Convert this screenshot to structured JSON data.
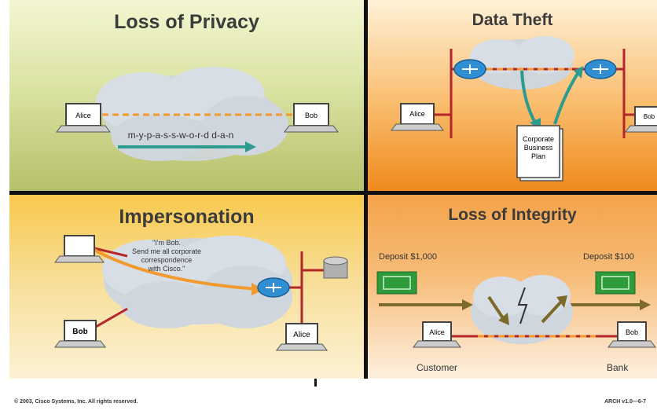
{
  "panels": {
    "privacy": {
      "title": "Loss of Privacy",
      "alice": "Alice",
      "bob": "Bob",
      "password": "m-y-p-a-s-s-w-o-r-d  d-a-n"
    },
    "theft": {
      "title": "Data Theft",
      "alice": "Alice",
      "bob": "Bob",
      "document": [
        "Corporate",
        "Business",
        "Plan"
      ]
    },
    "impersonation": {
      "title": "Impersonation",
      "quote": [
        "\"I'm Bob.",
        "Send me all corporate",
        "correspondence",
        "with Cisco.\""
      ],
      "bob": "Bob",
      "alice": "Alice"
    },
    "integrity": {
      "title": "Loss of Integrity",
      "deposit_left": "Deposit $1,000",
      "deposit_right": "Deposit $100",
      "alice": "Alice",
      "bob": "Bob",
      "customer": "Customer",
      "bank": "Bank"
    }
  },
  "footer": {
    "copyright": "© 2003, Cisco Systems, Inc. All rights reserved.",
    "code": "ARCH v1.0—6-7"
  },
  "colors": {
    "wire": "#b3262b",
    "router": "#2f8fd2",
    "arrow_teal": "#2d9b8e",
    "arrow_orange": "#f29a2e",
    "cloud": "#cfd6de"
  }
}
